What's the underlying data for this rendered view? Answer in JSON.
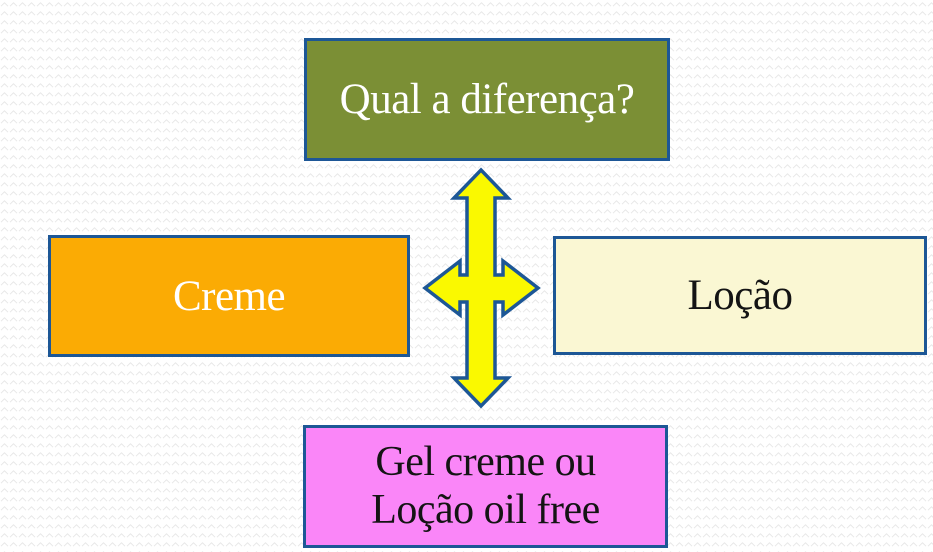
{
  "slide": {
    "background": {
      "style": "chevron-texture",
      "base_color": "#FFFFFF",
      "pattern_color": "#E7E7E7"
    },
    "border_color": "#1D5796",
    "boxes": {
      "top": {
        "label": "Qual a diferença?",
        "fill": "#7B8F35",
        "text_color": "#FFFFFF"
      },
      "left": {
        "label": "Creme",
        "fill": "#FBAB04",
        "text_color": "#FFFFFF"
      },
      "right": {
        "label": "Loção",
        "fill": "#FAF7D3",
        "text_color": "#141414"
      },
      "bottom": {
        "label": "Gel creme ou\nLoção oil free",
        "fill": "#FA86F8",
        "text_color": "#141414"
      }
    },
    "connector": {
      "type": "quad-arrow",
      "fill": "#FAF900",
      "stroke": "#1D5796"
    }
  }
}
